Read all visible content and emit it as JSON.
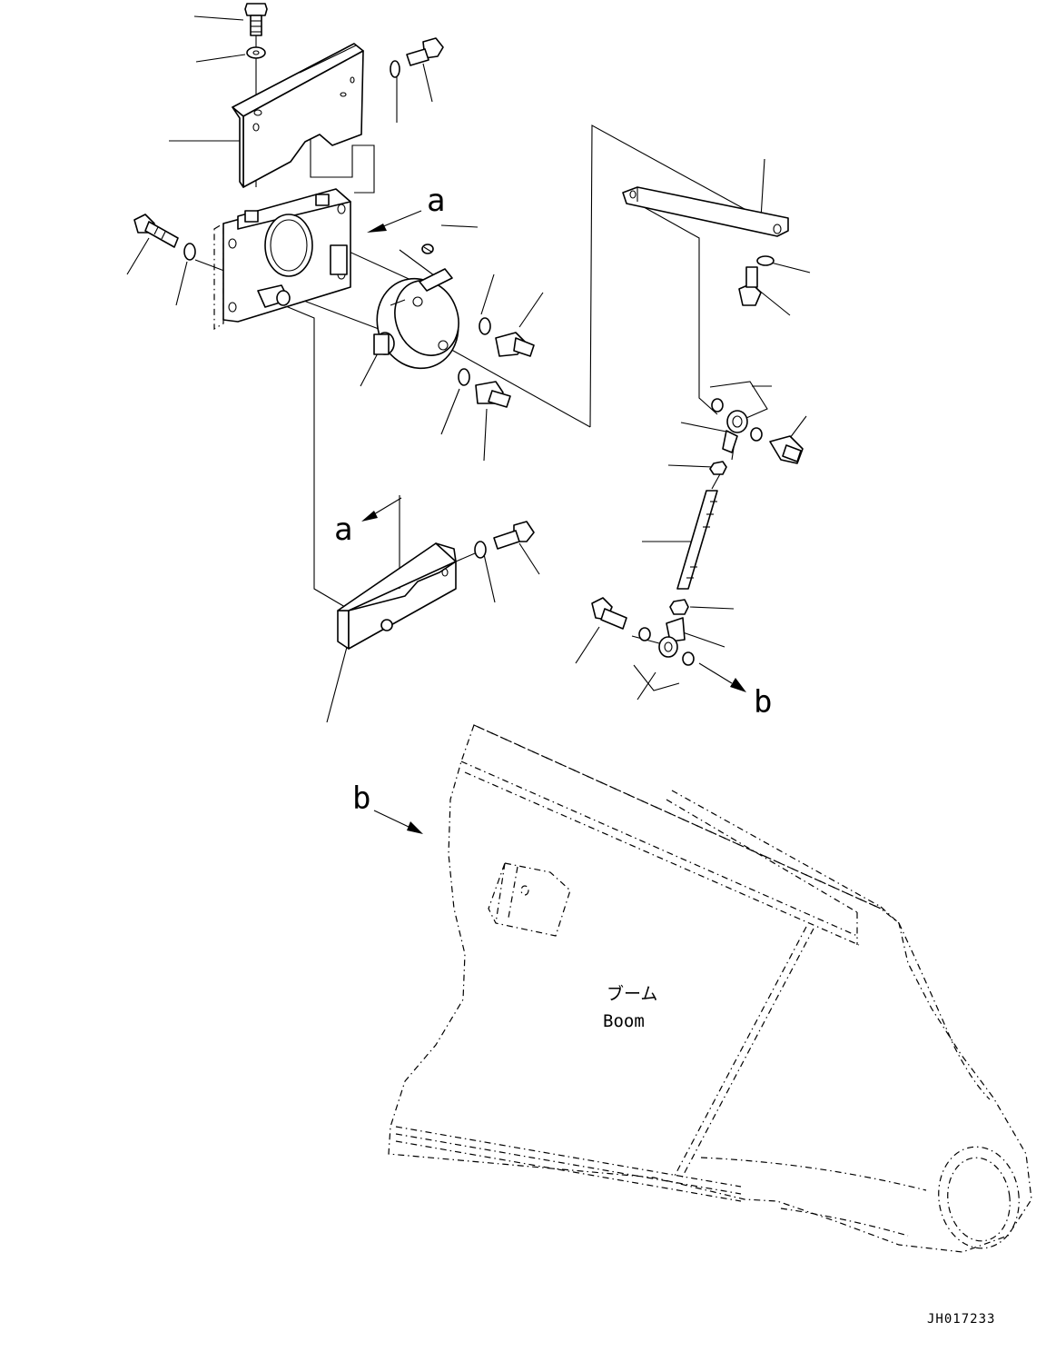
{
  "labels": {
    "view_a_top": "a",
    "view_a_bottom": "a",
    "view_b_right": "b",
    "view_b_left": "b",
    "boom_jp": "ブーム",
    "boom_en": "Boom",
    "drawing_code": "JH017233"
  }
}
